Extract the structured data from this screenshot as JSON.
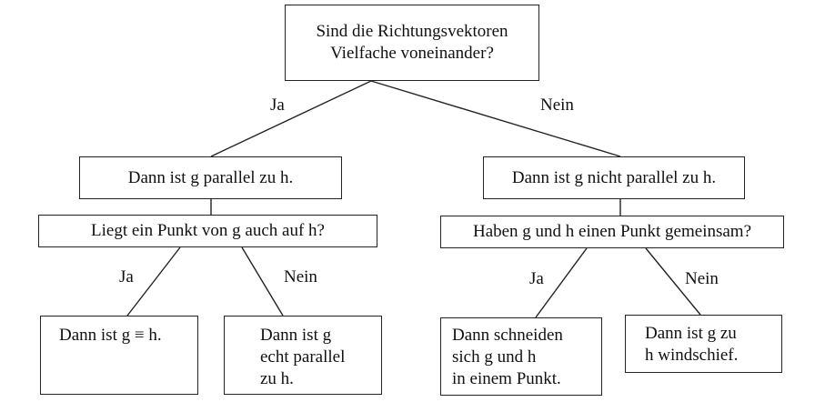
{
  "root": {
    "question": "Sind die Richtungsvektoren\nVielfache voneinander?",
    "yes_label": "Ja",
    "no_label": "Nein"
  },
  "left": {
    "result": "Dann ist g parallel zu h.",
    "question": "Liegt ein Punkt von g auch auf h?",
    "yes_label": "Ja",
    "no_label": "Nein",
    "yes_result": "Dann ist g ≡ h.",
    "no_result": "Dann ist g\necht parallel\nzu h."
  },
  "right": {
    "result": "Dann ist g nicht parallel zu h.",
    "question": "Haben g und h einen Punkt gemeinsam?",
    "yes_label": "Ja",
    "no_label": "Nein",
    "yes_result": "Dann schneiden\nsich g und h\nin einem Punkt.",
    "no_result": "Dann ist g zu\nh windschief."
  }
}
